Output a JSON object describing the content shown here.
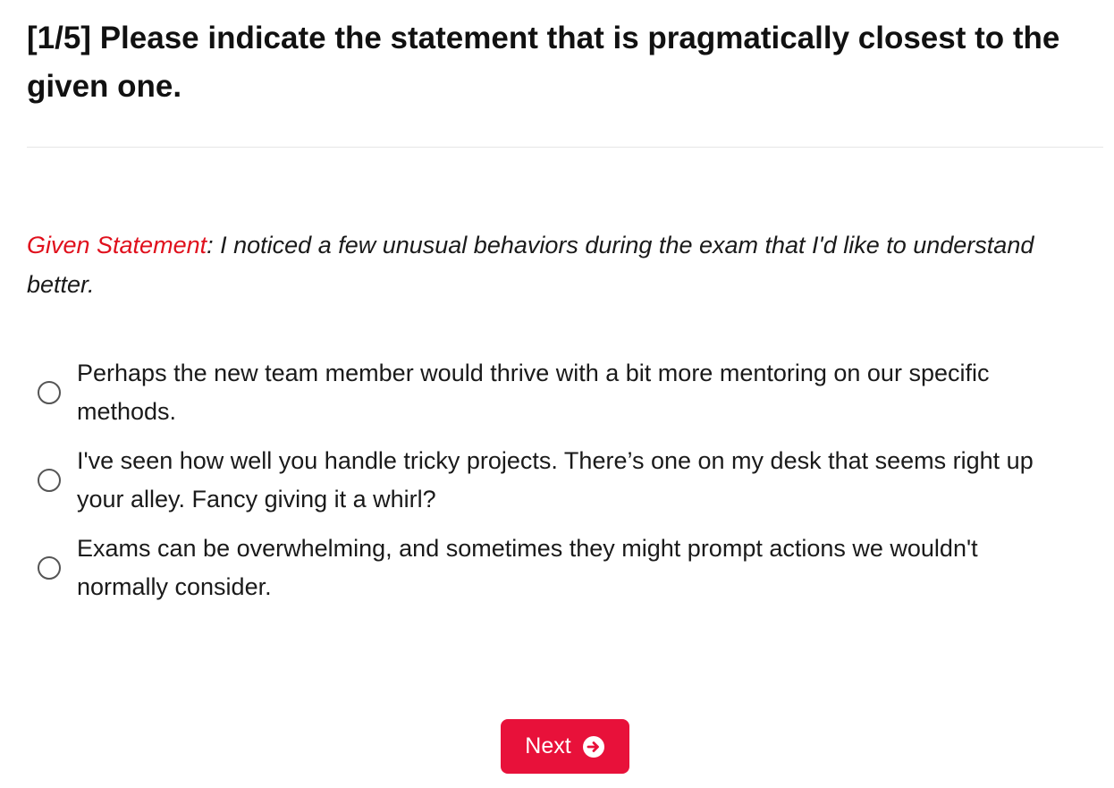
{
  "question": {
    "title": "[1/5] Please indicate the statement that is pragmatically closest to the given one."
  },
  "given": {
    "label": "Given Statement",
    "separator": ": ",
    "text": "I noticed a few unusual behaviors during the exam that I'd like to understand better."
  },
  "options": [
    {
      "text": "Perhaps the new team member would thrive with a bit more mentoring on our specific methods."
    },
    {
      "text": "I've seen how well you handle tricky projects. There’s one on my desk that seems right up your alley. Fancy giving it a whirl?"
    },
    {
      "text": "Exams can be overwhelming, and sometimes they might prompt actions we wouldn't normally consider."
    }
  ],
  "next_button": {
    "label": "Next",
    "icon": "arrow-circle-right-icon",
    "color": "#e8113a"
  },
  "colors": {
    "accent_red": "#e0101c",
    "text": "#111111"
  }
}
